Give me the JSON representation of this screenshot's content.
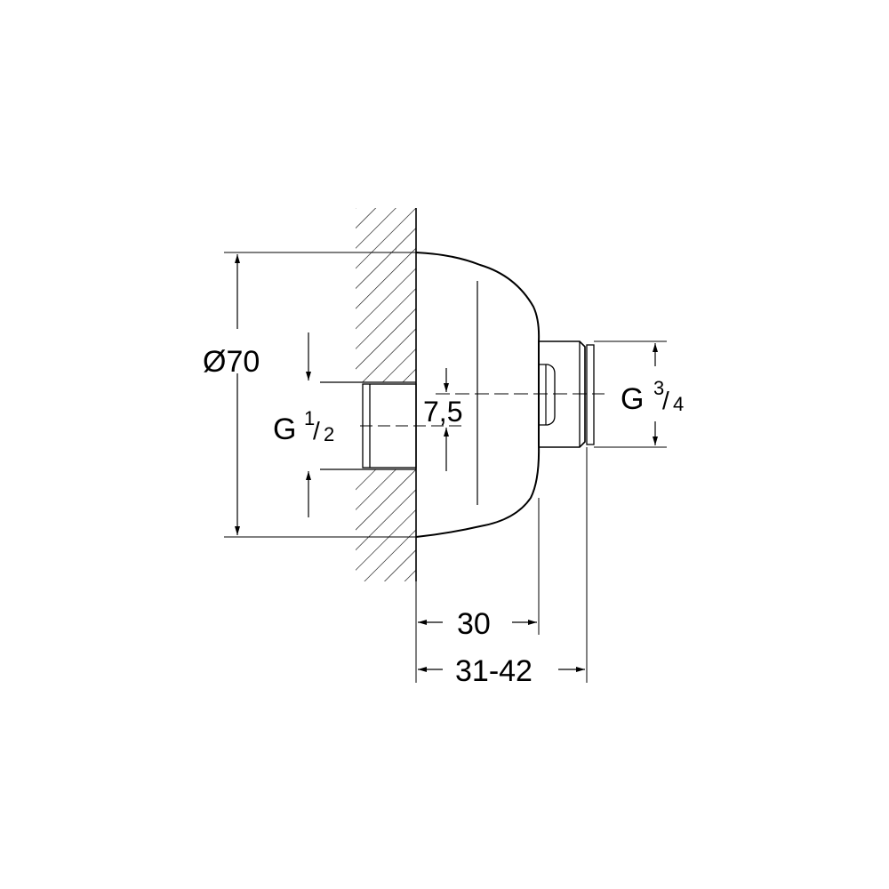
{
  "dimensions": {
    "diameter": "Ø70",
    "inlet_thread_main": "G",
    "inlet_thread_num": "1",
    "inlet_thread_den": "2",
    "offset": "7,5",
    "outlet_thread_main": "G",
    "outlet_thread_num": "3",
    "outlet_thread_den": "4",
    "depth": "30",
    "depth_range": "31-42"
  },
  "colors": {
    "line": "#000000",
    "background": "#ffffff"
  }
}
